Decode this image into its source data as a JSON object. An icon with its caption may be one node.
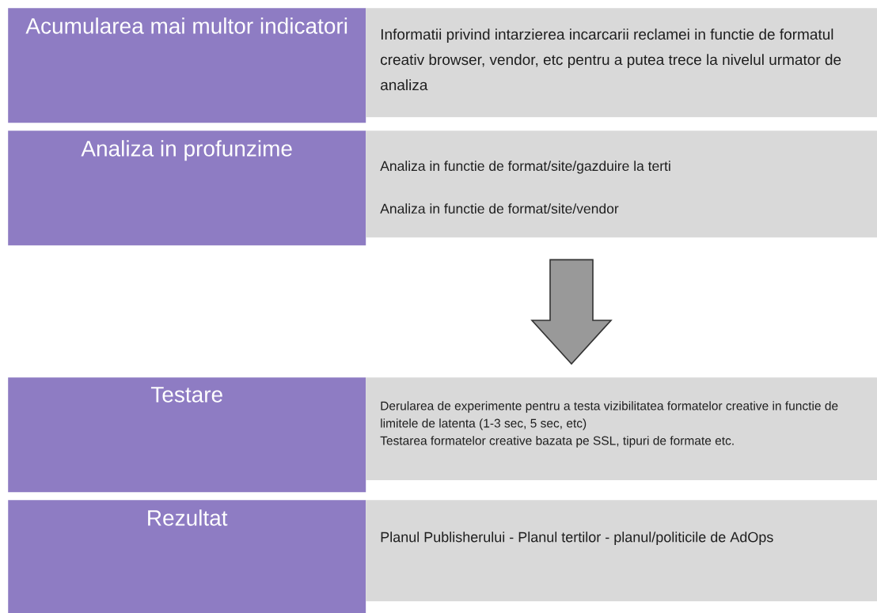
{
  "diagram": {
    "nodes": [
      {
        "text": [
          "Acumularea mai multor indicatori"
        ]
      },
      {
        "text": [
          "Informatii privind intarzierea incarcarii reclamei in functie de formatul creativ browser, vendor, etc pentru a putea trece la nivelul urmator de analiza"
        ]
      },
      {
        "text": [
          "Analiza in profunzime"
        ]
      },
      {
        "text": [
          "Analiza in functie de format/site/gazduire la terti",
          "Analiza in functie de format/site/vendor"
        ]
      },
      {
        "text": [
          "Testare"
        ]
      },
      {
        "text": [
          "Derularea de experimente pentru a testa vizibilitatea formatelor creative in functie de limitele de latenta (1-3 sec, 5 sec, etc)",
          "Testarea formatelor creative bazata pe SSL, tipuri de formate etc."
        ]
      },
      {
        "text": [
          "Rezultat"
        ]
      },
      {
        "text": [
          "Planul Publisherului - Planul tertilor - planul/politicile de AdOps"
        ]
      }
    ],
    "edges": [
      {
        "from": 3,
        "to": 5,
        "arrow": "to",
        "style": "thick"
      }
    ]
  }
}
